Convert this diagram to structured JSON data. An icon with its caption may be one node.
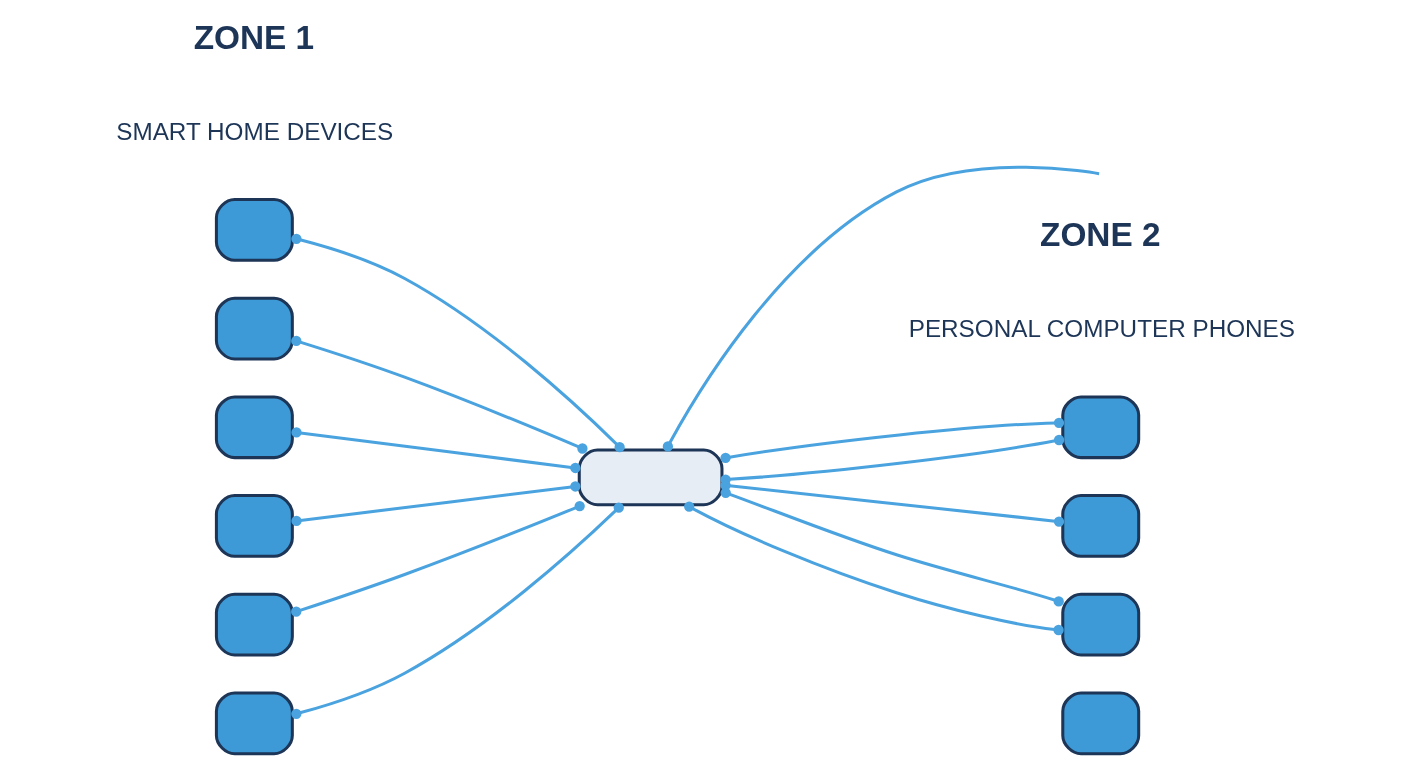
{
  "diagram": {
    "nodes": [
      {
        "text": [],
        "shape": "box"
      },
      {
        "text": [],
        "shape": "box"
      },
      {
        "text": [],
        "shape": "box"
      },
      {
        "text": [],
        "shape": "box"
      },
      {
        "text": [],
        "shape": "box"
      },
      {
        "text": [],
        "shape": "box"
      },
      {
        "text": [],
        "shape": "box"
      },
      {
        "text": [],
        "shape": "box"
      },
      {
        "text": [],
        "shape": "box"
      },
      {
        "text": [],
        "shape": "box"
      },
      {
        "text": [],
        "shape": "box"
      }
    ],
    "edges": [
      {
        "from": 0,
        "to": 4,
        "arrow": "other"
      },
      {
        "from": 1,
        "to": 4,
        "arrow": "other"
      },
      {
        "from": 3,
        "to": 4,
        "arrow": "other"
      },
      {
        "from": 6,
        "to": 4,
        "arrow": "other"
      },
      {
        "from": 7,
        "to": 4,
        "arrow": "other"
      },
      {
        "from": 10,
        "to": 4,
        "arrow": "other"
      },
      {
        "from": 4,
        "to": 2,
        "arrow": "other"
      },
      {
        "from": 4,
        "to": 2,
        "arrow": "other"
      },
      {
        "from": 4,
        "to": null,
        "arrow": "other"
      },
      {
        "from": 4,
        "to": 5,
        "arrow": "other"
      },
      {
        "from": 4,
        "to": 8,
        "arrow": "other"
      },
      {
        "from": 4,
        "to": 8,
        "arrow": "other"
      }
    ],
    "labels": [
      "ZONE 1",
      "SMART HOME DEVICES",
      "ZONE 2",
      "PERSONAL COMPUTER PHONES"
    ]
  }
}
